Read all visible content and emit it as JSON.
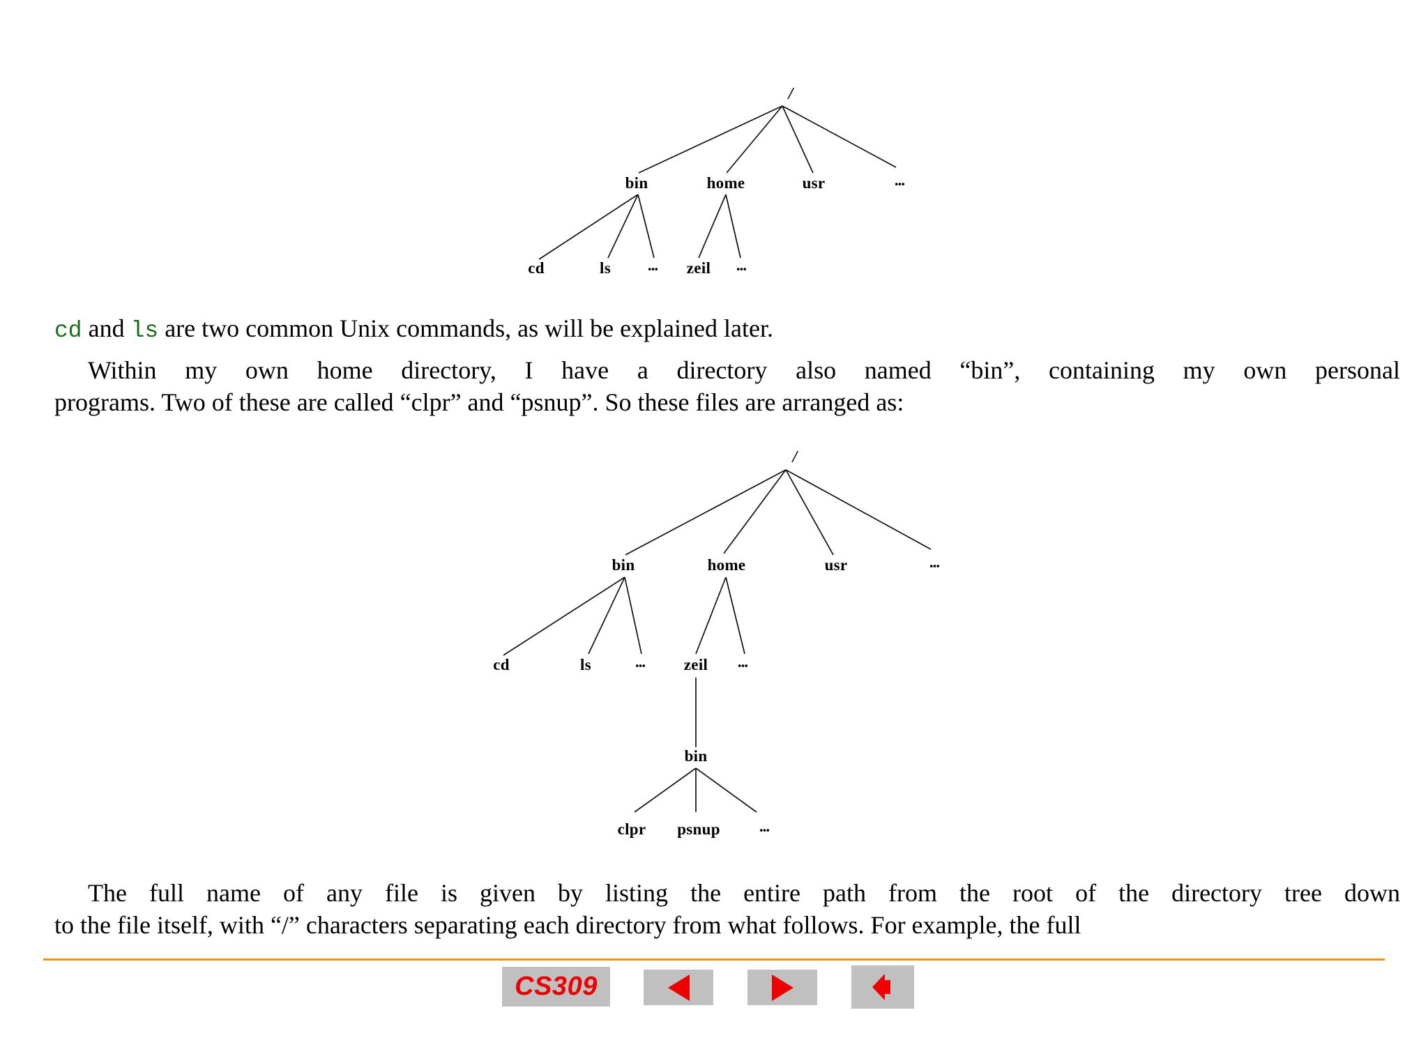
{
  "slide": {
    "course_badge": "CS309"
  },
  "tree_one": {
    "caption": "unix-directory-tree-basic",
    "root": "/",
    "level1": [
      "bin",
      "home",
      "usr",
      "..."
    ],
    "bin_children": [
      "cd",
      "ls",
      "..."
    ],
    "home_children": [
      "zeil",
      "..."
    ]
  },
  "tree_two": {
    "caption": "unix-directory-tree-with-personal-bin",
    "root": "/",
    "level1": [
      "bin",
      "home",
      "usr",
      "..."
    ],
    "bin_children": [
      "cd",
      "ls",
      "..."
    ],
    "home_children": [
      "zeil",
      "..."
    ],
    "zeil_child": "bin",
    "zeil_bin_children": [
      "clpr",
      "psnup",
      "..."
    ]
  },
  "paragraphs": {
    "commands": {
      "cmd1": "cd",
      "mid": " and ",
      "cmd2": "ls",
      "rest": " are two common Unix commands, as will be explained later."
    },
    "within": {
      "line1": "Within my own home directory, I have a directory also named “bin”, containing my own personal",
      "line2": "programs. Two of these are called “clpr” and “psnup”. So these files are arranged as:"
    },
    "fullname": {
      "line1": "The full name of any file is given by listing the entire path from the root of the directory tree down",
      "line2": "to the file itself, with “/” characters separating each directory from what follows. For example, the full"
    }
  },
  "navbar": {
    "course_label": "CS309",
    "prev_label": "◀",
    "next_label": "▶",
    "return_label": "◀"
  },
  "colors": {
    "accent_rule": "#e8921a",
    "button_face": "#c0c0c0",
    "button_red": "#ee0000",
    "code_green": "#1a6b1a",
    "stroke": "#111111"
  }
}
